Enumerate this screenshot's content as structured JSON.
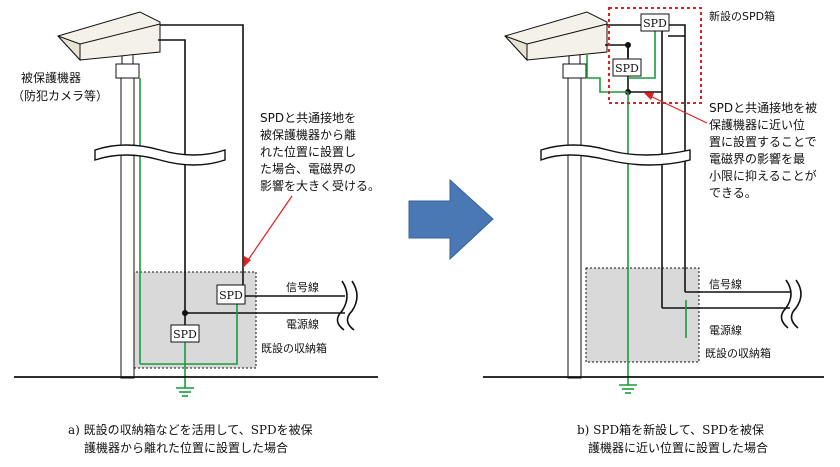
{
  "colors": {
    "wire": "#111111",
    "ground_wire": "#1a9a3a",
    "ground_symbol": "#1a9a3a",
    "callout": "#e02020",
    "box_fill": "#d9d9d9",
    "arrow": "#4a78b5"
  },
  "left": {
    "device_label_line1": "被保護機器",
    "device_label_line2": "（防犯カメラ等）",
    "note_lines": [
      "SPDと共通接地を",
      "被保護機器から離",
      "れた位置に設置し",
      "た場合、電磁界の",
      "影響を大きく受ける。"
    ],
    "spd_upper": "SPD",
    "spd_lower": "SPD",
    "signal_line": "信号線",
    "power_line": "電源線",
    "box_label": "既設の収納箱",
    "caption_line1": "a)  既設の収納箱などを活用して、SPDを被保",
    "caption_line2": "護機器から離れた位置に設置した場合"
  },
  "right": {
    "new_box_label": "新設のSPD箱",
    "note_lines": [
      "SPDと共通接地を被",
      "保護機器に近い位",
      "置に設置することで",
      "電磁界の影響を最",
      "小限に抑えることが",
      "できる。"
    ],
    "spd_upper": "SPD",
    "spd_lower": "SPD",
    "signal_line": "信号線",
    "power_line": "電源線",
    "box_label": "既設の収納箱",
    "caption_line1": "b)  SPD箱を新設して、SPDを被保",
    "caption_line2": "護機器に近い位置に設置した場合"
  },
  "center_arrow": "right-arrow"
}
